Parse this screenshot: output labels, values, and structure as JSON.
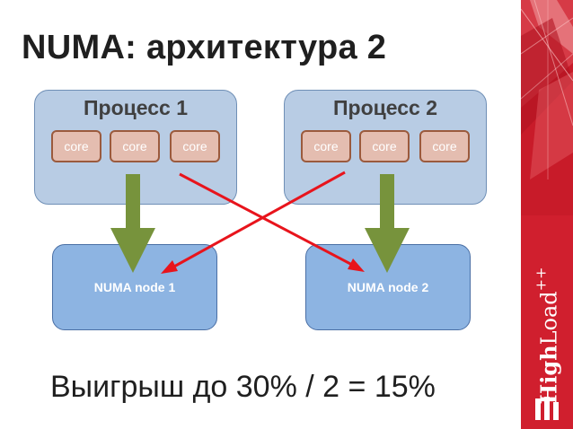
{
  "title": "NUMA: архитектура 2",
  "processes": [
    {
      "label": "Процесс 1",
      "cores": [
        "core",
        "core",
        "core"
      ]
    },
    {
      "label": "Процесс 2",
      "cores": [
        "core",
        "core",
        "core"
      ]
    }
  ],
  "numa_nodes": [
    "NUMA node 1",
    "NUMA node 2"
  ],
  "footer_text": "Выигрыш до 30% / 2 = 15%",
  "logo": {
    "bold": "High",
    "regular": "Load",
    "sup": "++"
  },
  "colors": {
    "process_fill": "#b8cce4",
    "core_fill": "#e4bdb0",
    "core_border": "#9b5a3d",
    "node_fill": "#8db4e2",
    "local_arrow": "#77933c",
    "remote_arrow": "#e8141c",
    "brand": "#d01f2e"
  }
}
